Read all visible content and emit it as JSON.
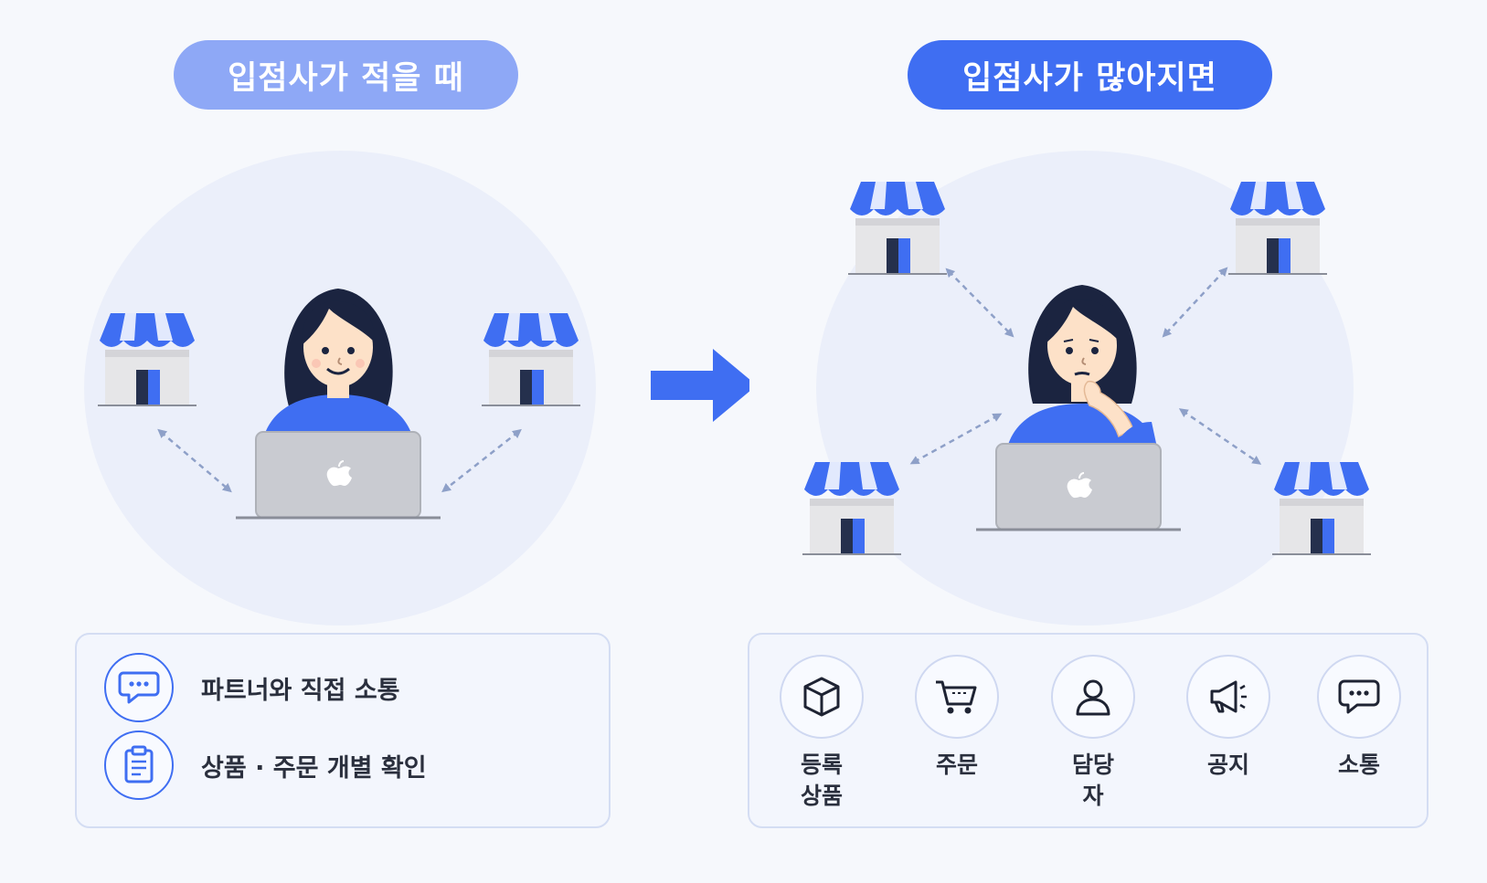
{
  "left": {
    "title": "입점사가 적을 때",
    "items": [
      {
        "label": "파트너와 직접 소통",
        "icon": "chat-bubbles-icon"
      },
      {
        "label": "상품 · 주문 개별 확인",
        "icon": "clipboard-icon"
      }
    ]
  },
  "right": {
    "title": "입점사가 많아지면",
    "categories": [
      {
        "label": "등록 상품",
        "icon": "box-icon"
      },
      {
        "label": "주문",
        "icon": "cart-icon"
      },
      {
        "label": "담당자",
        "icon": "person-icon"
      },
      {
        "label": "공지",
        "icon": "megaphone-icon"
      },
      {
        "label": "소통",
        "icon": "chat-icon"
      }
    ]
  },
  "colors": {
    "accent": "#3f6ef2",
    "accent_light": "#8ea8f6",
    "background": "#f6f8fc",
    "halo": "#ebeffa",
    "skin": "#fde1c8",
    "hair": "#1b2440",
    "laptop": "#c9cbd1"
  }
}
